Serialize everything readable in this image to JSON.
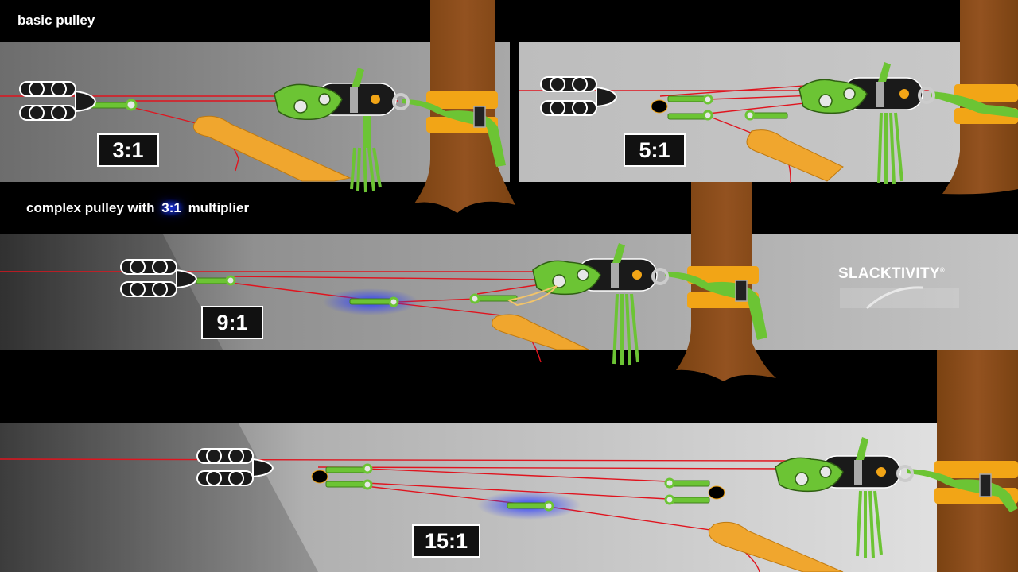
{
  "captions": {
    "basic": "basic pulley",
    "complex_prefix": "complex pulley with ",
    "complex_highlight": "3:1",
    "complex_suffix": " multiplier"
  },
  "ratios": {
    "r1": "3:1",
    "r2": "5:1",
    "r3": "9:1",
    "r4": "15:1"
  },
  "brand": {
    "name": "SLACKTIVITY",
    "mark": "®"
  },
  "colors": {
    "rope": "#e0141e",
    "hardware_green": "#6cc434",
    "sling_orange": "#f2a516",
    "tree": "#8b4e1a",
    "hand": "#f0a62e",
    "highlight_blue": "#2a3cff"
  }
}
